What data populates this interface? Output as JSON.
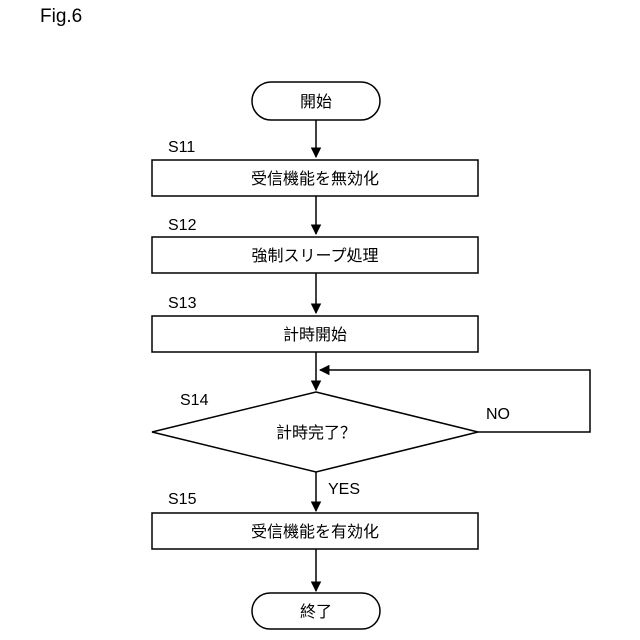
{
  "figure": {
    "label": "Fig.6"
  },
  "flowchart": {
    "start": "開始",
    "steps": [
      {
        "id": "S11",
        "text": "受信機能を無効化"
      },
      {
        "id": "S12",
        "text": "強制スリープ処理"
      },
      {
        "id": "S13",
        "text": "計時開始"
      }
    ],
    "decision": {
      "id": "S14",
      "text": "計時完了？",
      "no_label": "NO",
      "yes_label": "YES"
    },
    "final_step": {
      "id": "S15",
      "text": "受信機能を有効化"
    },
    "end": "終了"
  }
}
